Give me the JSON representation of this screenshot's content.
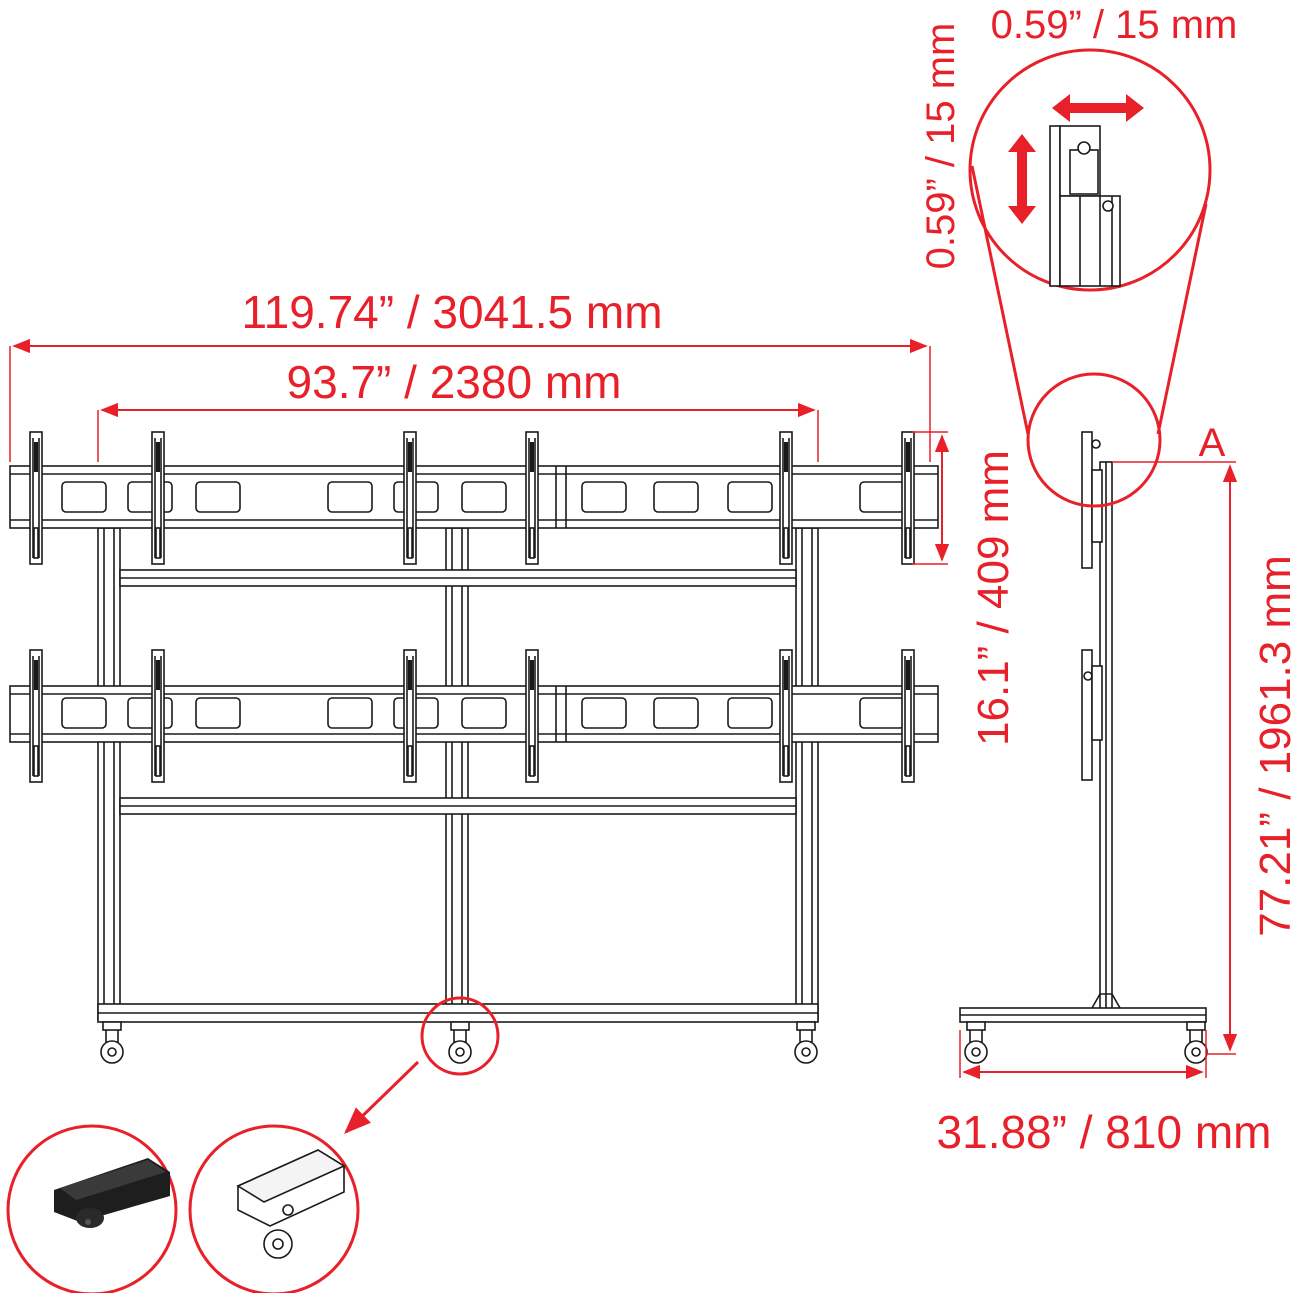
{
  "colors": {
    "accent": "#e8202a",
    "line": "#1a1a1a"
  },
  "dimensions": {
    "overall_width": "119.74” / 3041.5 mm",
    "inner_width": "93.7” / 2380 mm",
    "bracket_height": "16.1” / 409 mm",
    "total_height": "77.21” / 1961.3 mm",
    "base_depth": "31.88” / 810 mm",
    "adjust_horizontal": "0.59” / 15 mm",
    "adjust_vertical": "0.59” / 15 mm"
  },
  "labels": {
    "detail_a": "A"
  }
}
